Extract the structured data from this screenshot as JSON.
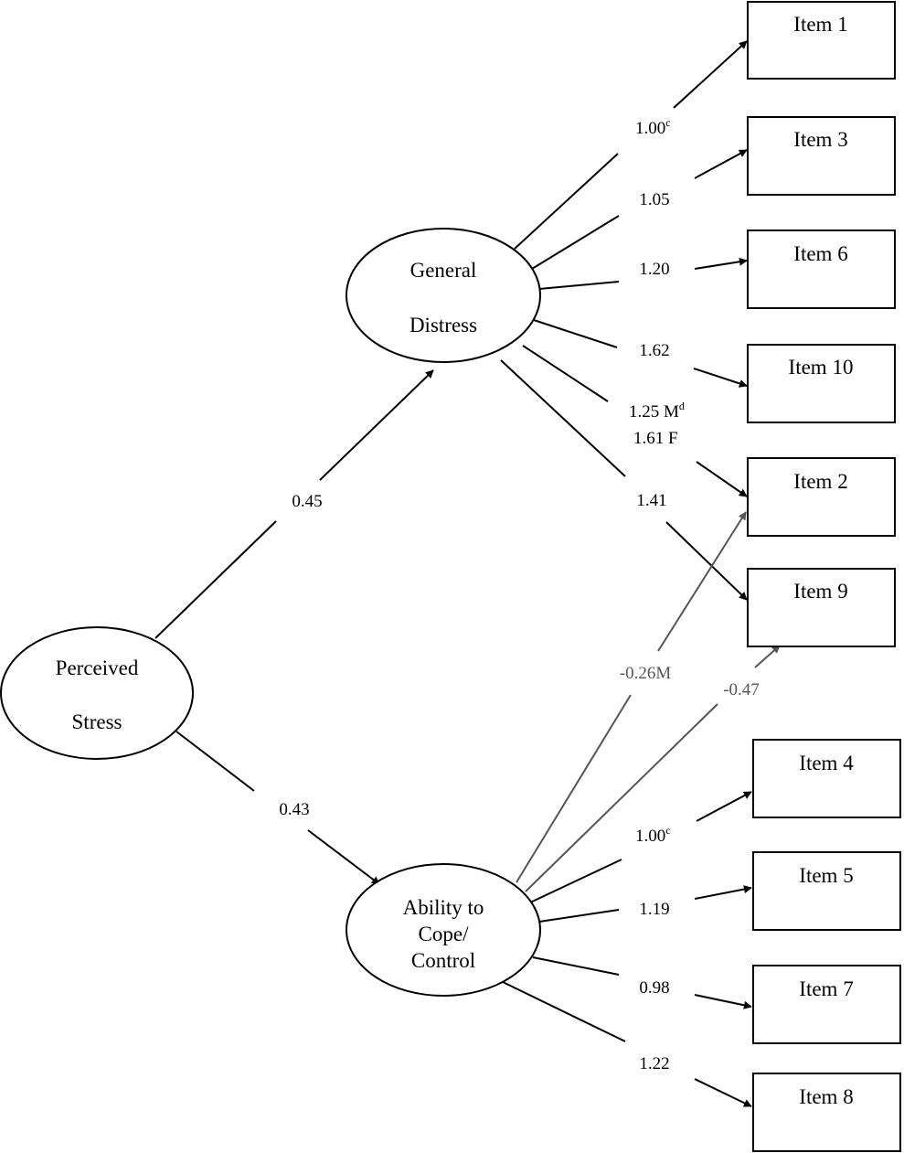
{
  "latents": {
    "perceived_stress": {
      "line1": "Perceived",
      "line2": "Stress"
    },
    "general_distress": {
      "line1": "General",
      "line2": "Distress"
    },
    "ability_to_cope": {
      "line1": "Ability to",
      "line2": "Cope/",
      "line3": "Control"
    }
  },
  "items": {
    "item1": "Item 1",
    "item3": "Item 3",
    "item6": "Item 6",
    "item10": "Item 10",
    "item2": "Item 2",
    "item9": "Item 9",
    "item4": "Item 4",
    "item5": "Item 5",
    "item7": "Item 7",
    "item8": "Item 8"
  },
  "paths": {
    "ps_gd": "0.45",
    "ps_ac": "0.43",
    "gd_item1": "1.00",
    "gd_item1_sup": "c",
    "gd_item3": "1.05",
    "gd_item6": "1.20",
    "gd_item10": "1.62",
    "gd_item2_m": "1.25 M",
    "gd_item2_m_sup": "d",
    "gd_item2_f": "1.61 F",
    "gd_item9": "1.41",
    "ac_item2": "-0.26M",
    "ac_item9": "-0.47",
    "ac_item4": "1.00",
    "ac_item4_sup": "c",
    "ac_item5": "1.19",
    "ac_item7": "0.98",
    "ac_item8": "1.22"
  },
  "colors": {
    "primary": "#000000",
    "cross_loading": "#555555"
  }
}
